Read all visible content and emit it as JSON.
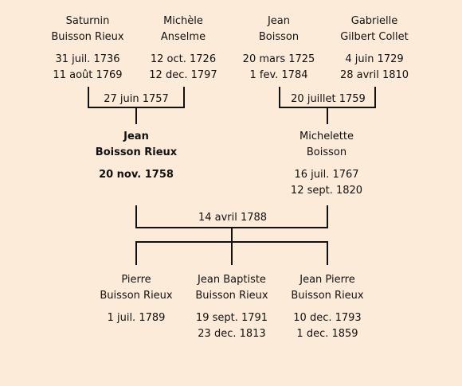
{
  "grandparents": [
    {
      "first": "Saturnin",
      "last": "Buisson Rieux",
      "birth": "31 juil. 1736",
      "death": "11 août 1769"
    },
    {
      "first": "Michèle",
      "last": "Anselme",
      "birth": "12 oct. 1726",
      "death": "12 dec. 1797"
    },
    {
      "first": "Jean",
      "last": "Boisson",
      "birth": "20 mars 1725",
      "death": "1 fev. 1784"
    },
    {
      "first": "Gabrielle",
      "last": "Gilbert Collet",
      "birth": "4 juin 1729",
      "death": "28 avril 1810"
    }
  ],
  "grandparent_marriages": [
    "27 juin 1757",
    "20 juillet 1759"
  ],
  "parents": [
    {
      "first": "Jean",
      "last": "Boisson Rieux",
      "birth": "20 nov. 1758",
      "death": ""
    },
    {
      "first": "Michelette",
      "last": "Boisson",
      "birth": "16 juil. 1767",
      "death": "12 sept. 1820"
    }
  ],
  "parent_marriage": "14 avril 1788",
  "children": [
    {
      "first": "Pierre",
      "last": "Buisson Rieux",
      "birth": "1 juil. 1789",
      "death": ""
    },
    {
      "first": "Jean Baptiste",
      "last": "Buisson Rieux",
      "birth": "19 sept. 1791",
      "death": "23 dec. 1813"
    },
    {
      "first": "Jean Pierre",
      "last": "Buisson Rieux",
      "birth": "10 dec. 1793",
      "death": "1 dec. 1859"
    }
  ]
}
